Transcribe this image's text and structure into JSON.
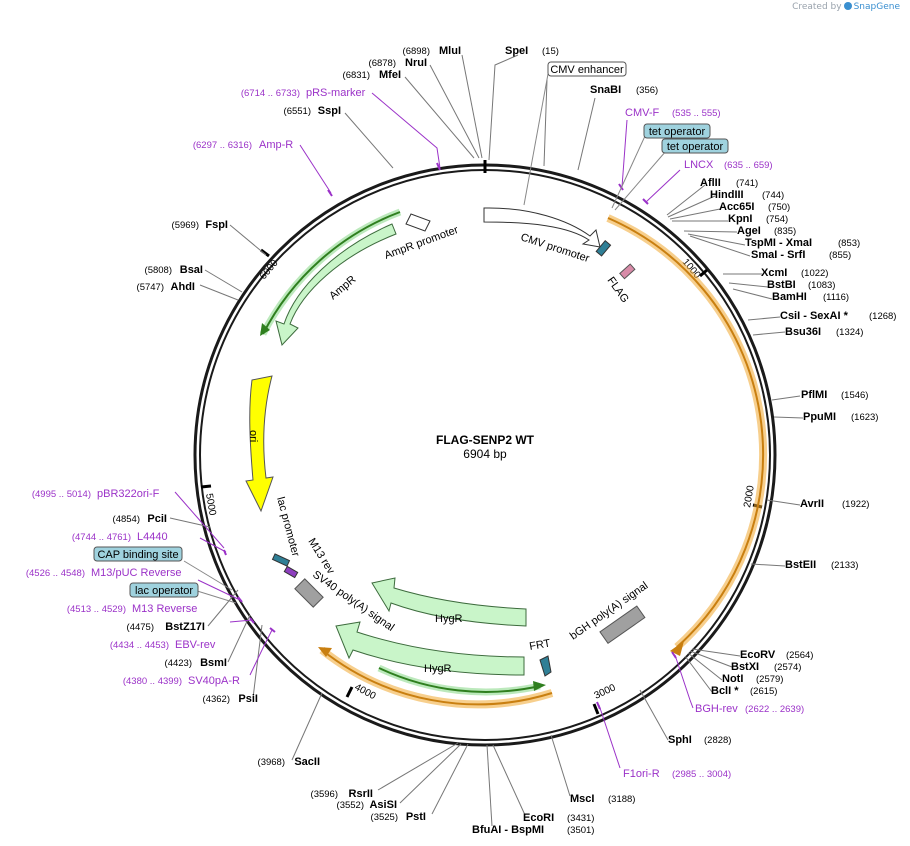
{
  "credit": {
    "prefix": "Created by",
    "brand": "SnapGene"
  },
  "center": {
    "name": "FLAG-SENP2 WT",
    "length": "6904 bp"
  },
  "ticks": [
    "1000",
    "2000",
    "3000",
    "4000",
    "5000",
    "6000"
  ],
  "enzymes": [
    {
      "name": "SpeI",
      "pos": "(15)"
    },
    {
      "name": "MluI",
      "pos": "(6898)"
    },
    {
      "name": "NruI",
      "pos": "(6878)"
    },
    {
      "name": "MfeI",
      "pos": "(6831)"
    },
    {
      "name": "SspI",
      "pos": "(6551)"
    },
    {
      "name": "SnaBI",
      "pos": "(356)"
    },
    {
      "name": "AflII",
      "pos": "(741)"
    },
    {
      "name": "HindIII",
      "pos": "(744)"
    },
    {
      "name": "Acc65I",
      "pos": "(750)"
    },
    {
      "name": "KpnI",
      "pos": "(754)"
    },
    {
      "name": "AgeI",
      "pos": "(835)"
    },
    {
      "name": "TspMI - XmaI",
      "pos": "(853)"
    },
    {
      "name": "SmaI - SrfI",
      "pos": "(855)"
    },
    {
      "name": "XcmI",
      "pos": "(1022)"
    },
    {
      "name": "BstBI",
      "pos": "(1083)"
    },
    {
      "name": "BamHI",
      "pos": "(1116)"
    },
    {
      "name": "CsiI - SexAI *",
      "pos": "(1268)"
    },
    {
      "name": "Bsu36I",
      "pos": "(1324)"
    },
    {
      "name": "PflMI",
      "pos": "(1546)"
    },
    {
      "name": "PpuMI",
      "pos": "(1623)"
    },
    {
      "name": "AvrII",
      "pos": "(1922)"
    },
    {
      "name": "BstEII",
      "pos": "(2133)"
    },
    {
      "name": "EcoRV",
      "pos": "(2564)"
    },
    {
      "name": "BstXI",
      "pos": "(2574)"
    },
    {
      "name": "NotI",
      "pos": "(2579)"
    },
    {
      "name": "BclI *",
      "pos": "(2615)"
    },
    {
      "name": "SphI",
      "pos": "(2828)"
    },
    {
      "name": "MscI",
      "pos": "(3188)"
    },
    {
      "name": "EcoRI",
      "pos": "(3431)"
    },
    {
      "name": "BfuAI - BspMI",
      "pos": "(3501)"
    },
    {
      "name": "PstI",
      "pos": "(3525)"
    },
    {
      "name": "AsiSI",
      "pos": "(3552)"
    },
    {
      "name": "RsrII",
      "pos": "(3596)"
    },
    {
      "name": "SacII",
      "pos": "(3968)"
    },
    {
      "name": "PsiI",
      "pos": "(4362)"
    },
    {
      "name": "BsmI",
      "pos": "(4423)"
    },
    {
      "name": "BstZ17I",
      "pos": "(4475)"
    },
    {
      "name": "PciI",
      "pos": "(4854)"
    },
    {
      "name": "AhdI",
      "pos": "(5747)"
    },
    {
      "name": "BsaI",
      "pos": "(5808)"
    },
    {
      "name": "FspI",
      "pos": "(5969)"
    }
  ],
  "primers": [
    {
      "name": "pRS-marker",
      "pos": "(6714 .. 6733)"
    },
    {
      "name": "Amp-R",
      "pos": "(6297 .. 6316)"
    },
    {
      "name": "CMV-F",
      "pos": "(535 .. 555)"
    },
    {
      "name": "LNCX",
      "pos": "(635 .. 659)"
    },
    {
      "name": "BGH-rev",
      "pos": "(2622 .. 2639)"
    },
    {
      "name": "F1ori-R",
      "pos": "(2985 .. 3004)"
    },
    {
      "name": "pBR322ori-F",
      "pos": "(4995 .. 5014)"
    },
    {
      "name": "L4440",
      "pos": "(4744 .. 4761)"
    },
    {
      "name": "M13/pUC Reverse",
      "pos": "(4526 .. 4548)"
    },
    {
      "name": "M13 Reverse",
      "pos": "(4513 .. 4529)"
    },
    {
      "name": "EBV-rev",
      "pos": "(4434 .. 4453)"
    },
    {
      "name": "SV40pA-R",
      "pos": "(4380 .. 4399)"
    }
  ],
  "boxed_features": [
    "CMV enhancer",
    "tet operator",
    "tet operator",
    "CAP binding site",
    "lac operator"
  ],
  "features": [
    "CMV promoter",
    "FLAG",
    "AmpR promoter",
    "AmpR",
    "ori",
    "lac promoter",
    "M13 rev",
    "SV40 poly(A) signal",
    "HygR",
    "HygR",
    "FRT",
    "bGH poly(A) signal"
  ],
  "colors": {
    "backbone": "#1a1a1a",
    "enzyme": "#000000",
    "primer": "#9b32c8",
    "orf_fill": "#c9f5c9",
    "orf_stroke": "#3d6b3d",
    "ori": "#ffff00",
    "orange": "#f0a830",
    "dark_green": "#2f7f1f",
    "gray": "#a0a0a0",
    "teal": "#2f7f96",
    "pink": "#d88ba8",
    "box_fill": "#9fd2de"
  }
}
